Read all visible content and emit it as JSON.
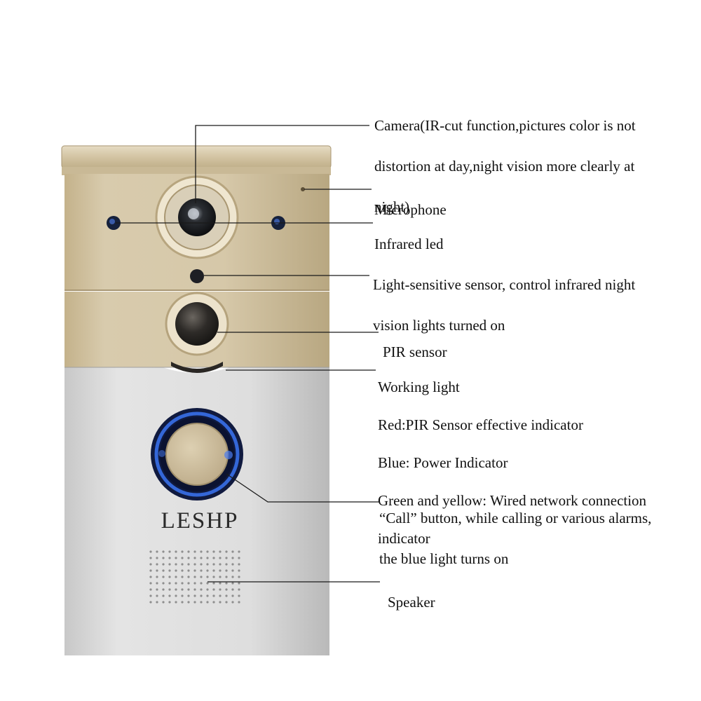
{
  "device": {
    "brand": "LESHP",
    "colors": {
      "gold_top": "#d9ccb0",
      "gold_mid": "#c9b996",
      "gold_dark": "#a89672",
      "silver_light": "#e6e6e6",
      "silver_dark": "#bdbdbd",
      "button_ring": "#1a2b6e",
      "button_glow": "#3d7bff",
      "button_face": "#cbbb97"
    }
  },
  "callouts": [
    {
      "id": "camera",
      "lines": [
        "Camera(IR-cut function,pictures color is not",
        "distortion at day,night vision more clearly at",
        "night)"
      ]
    },
    {
      "id": "microphone",
      "lines": [
        "Microphone"
      ]
    },
    {
      "id": "infrared-led",
      "lines": [
        "Infrared led"
      ]
    },
    {
      "id": "light-sensor",
      "lines": [
        "Light-sensitive sensor, control infrared night",
        "vision lights turned on"
      ]
    },
    {
      "id": "pir-sensor",
      "lines": [
        "PIR sensor"
      ]
    },
    {
      "id": "working-light",
      "lines": [
        "Working light",
        "Red:PIR Sensor effective indicator",
        "Blue: Power Indicator",
        "Green and yellow: Wired network connection",
        "indicator"
      ]
    },
    {
      "id": "call-button",
      "lines": [
        "“Call” button, while calling or various alarms,",
        "the blue light turns on"
      ]
    },
    {
      "id": "speaker",
      "lines": [
        "Speaker"
      ]
    }
  ]
}
